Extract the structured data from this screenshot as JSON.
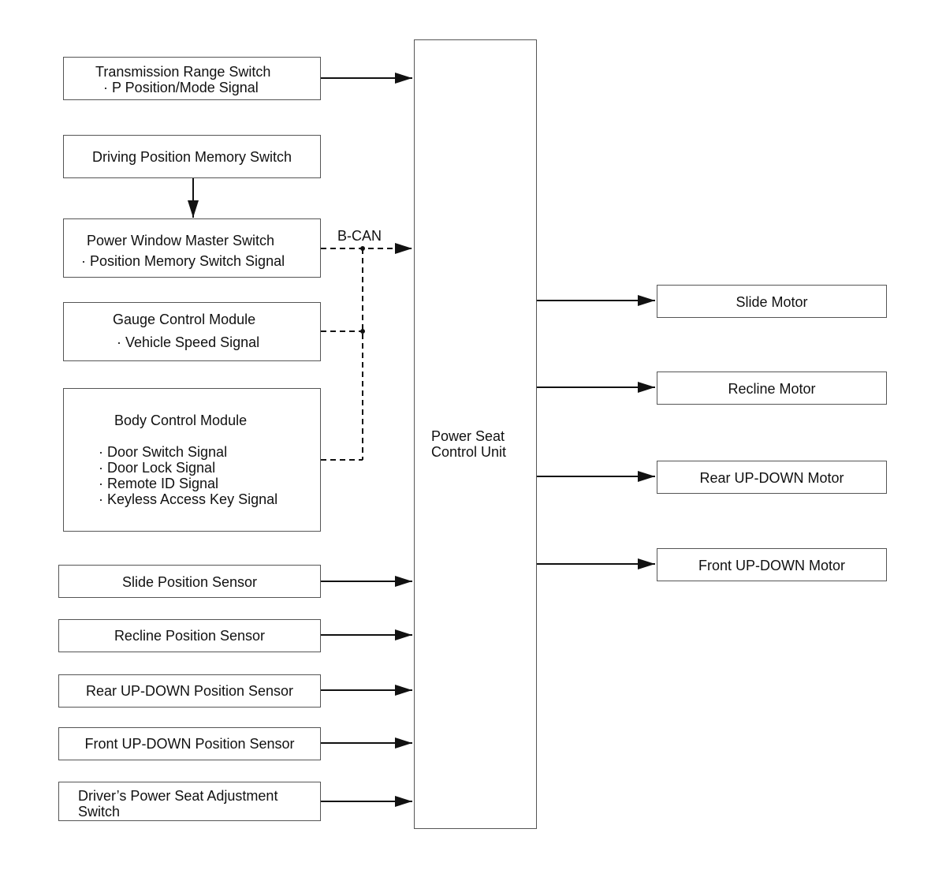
{
  "inputs": {
    "trs": {
      "title": "Transmission Range Switch",
      "signal": "· P Position/Mode Signal"
    },
    "dpms": {
      "title": "Driving Position Memory Switch"
    },
    "pwms": {
      "title": "Power Window Master Switch",
      "signal": "· Position Memory Switch Signal"
    },
    "gcm": {
      "title": "Gauge Control Module",
      "signal": "· Vehicle Speed Signal"
    },
    "bcm": {
      "title": "Body Control Module",
      "signals": [
        "· Door Switch Signal",
        "· Door Lock Signal",
        "· Remote ID Signal",
        "· Keyless Access Key Signal"
      ]
    },
    "sps": {
      "title": "Slide Position Sensor"
    },
    "rps": {
      "title": "Recline Position Sensor"
    },
    "rudps": {
      "title": "Rear UP-DOWN Position Sensor"
    },
    "fudps": {
      "title": "Front UP-DOWN Position Sensor"
    },
    "dpsas": {
      "title_line1": "Driver’s Power Seat Adjustment",
      "title_line2": "Switch"
    }
  },
  "bus_label": "B-CAN",
  "controller": {
    "line1": "Power Seat",
    "line2": "Control Unit"
  },
  "outputs": {
    "slide": "Slide Motor",
    "recline": "Recline Motor",
    "rear_updown": "Rear UP-DOWN Motor",
    "front_updown": "Front UP-DOWN Motor"
  }
}
